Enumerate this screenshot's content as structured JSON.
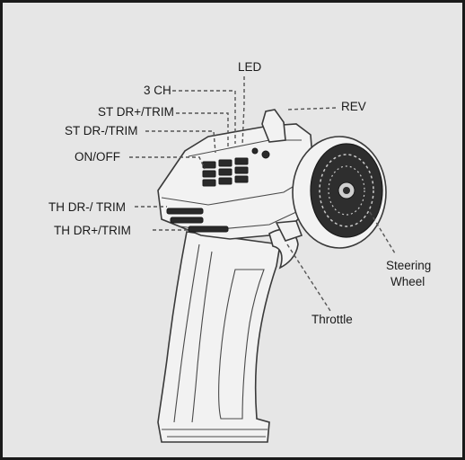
{
  "colors": {
    "frame": "#1a1a1a",
    "background": "#e6e6e6",
    "leader": "#555555"
  },
  "labels": {
    "led": "LED",
    "ch3": "3 CH",
    "st_dr_plus": "ST DR+/TRIM",
    "st_dr_minus": "ST DR-/TRIM",
    "on_off": "ON/OFF",
    "rev": "REV",
    "th_dr_minus": "TH DR-/ TRIM",
    "th_dr_plus": "TH DR+/TRIM",
    "steering_line1": "Steering",
    "steering_line2": "Wheel",
    "throttle": "Throttle"
  }
}
